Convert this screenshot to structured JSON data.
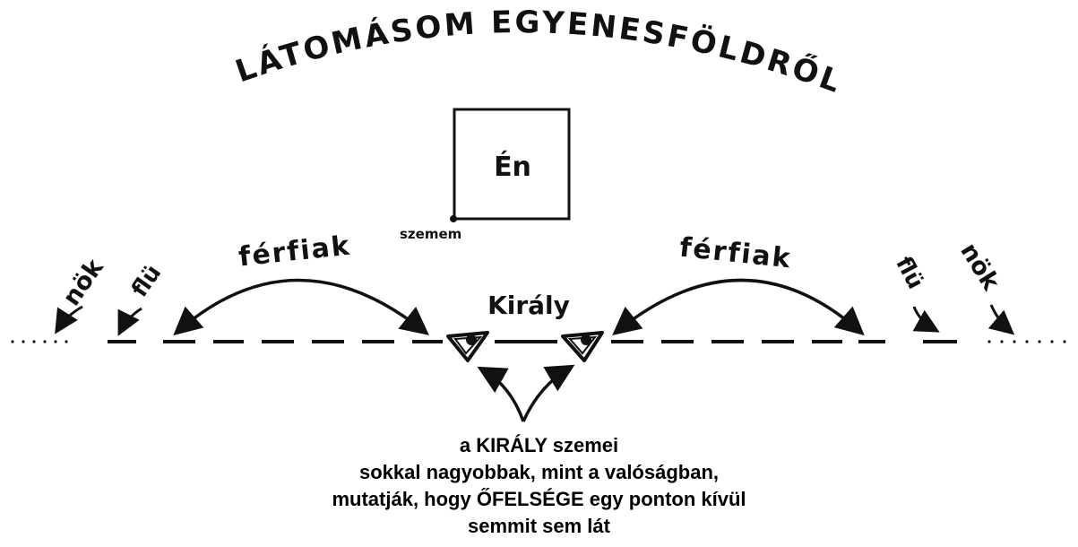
{
  "title": "LÁTOMÁSOM EGYENESFÖLDRŐL",
  "box_label": "Én",
  "eye_label": "szemem",
  "labels": {
    "left_women": "nök",
    "left_boy": "flü",
    "left_men": "férfiak",
    "king": "Király",
    "right_men": "férfiak",
    "right_boy": "flü",
    "right_women": "nök"
  },
  "caption": [
    "a KIRÁLY szemei",
    "sokkal nagyobbak, mint a valóságban,",
    "mutatják, hogy ŐFELSÉGE egy ponton kívül",
    "semmit sem lát"
  ],
  "colors": {
    "ink": "#111111",
    "background": "#ffffff"
  }
}
